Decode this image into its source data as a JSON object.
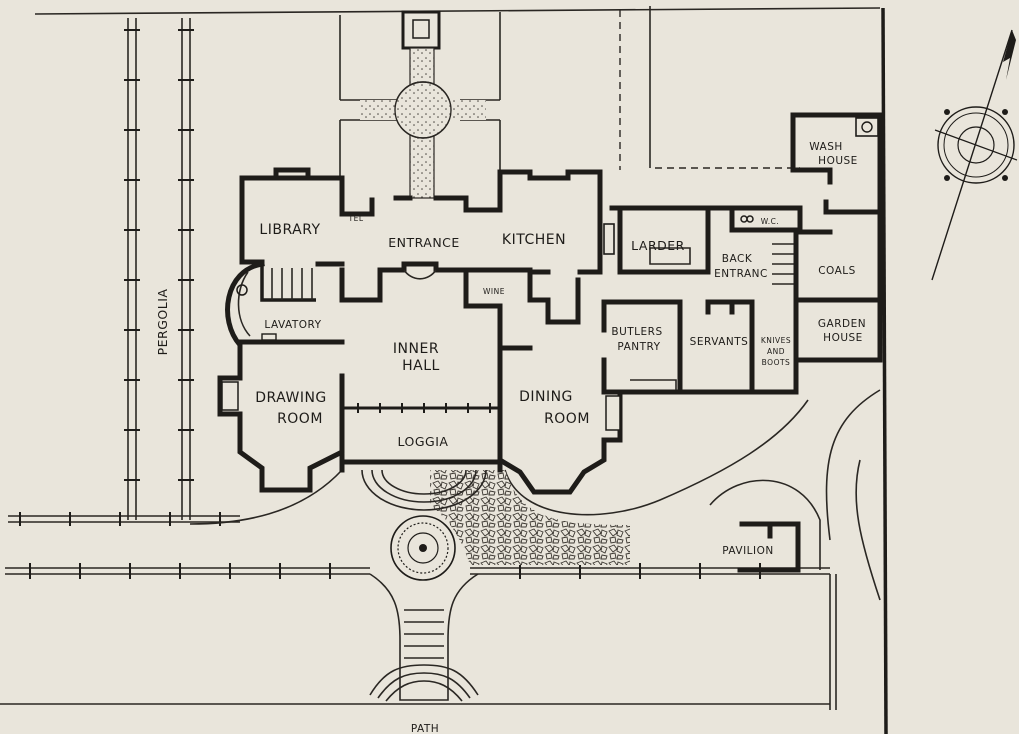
{
  "plan": {
    "rooms": {
      "library": "LIBRARY",
      "tel": "TEL",
      "entrance": "ENTRANCE",
      "kitchen": "KITCHEN",
      "larder": "LARDER",
      "wc": "W.C.",
      "wash_house_1": "WASH",
      "wash_house_2": "HOUSE",
      "back_entrance_1": "BACK",
      "back_entrance_2": "ENTRANC",
      "coals": "COALS",
      "wine": "WINE",
      "lavatory": "LAVATORY",
      "inner_hall_1": "INNER",
      "inner_hall_2": "HALL",
      "butlers_pantry_1": "BUTLERS",
      "butlers_pantry_2": "PANTRY",
      "servants": "SERVANTS",
      "knives_1": "KNIVES",
      "knives_2": "AND",
      "knives_3": "BOOTS",
      "garden_house_1": "GARDEN",
      "garden_house_2": "HOUSE",
      "drawing_room_1": "DRAWING",
      "drawing_room_2": "ROOM",
      "dining_room_1": "DINING",
      "dining_room_2": "ROOM",
      "loggia": "LOGGIA",
      "pavilion": "PAVILION"
    },
    "grounds": {
      "pergolia": "PERGOLIA",
      "path": "PATH"
    },
    "colors": {
      "paper": "#e9e5db",
      "ink": "#1e1c19"
    }
  }
}
